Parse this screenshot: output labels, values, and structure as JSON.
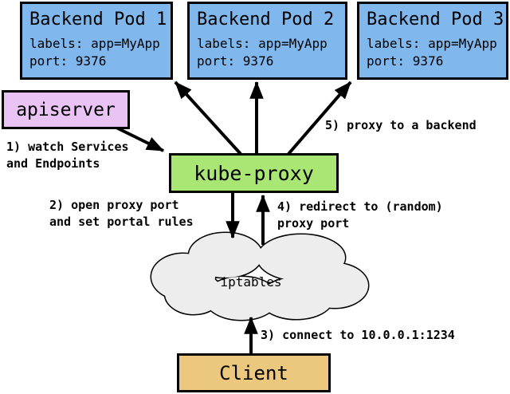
{
  "colors": {
    "background": "#FFFFFF",
    "outline": "#000000",
    "pod_fill": "#80B7EC",
    "apiserver_fill": "#E9C3F3",
    "kube_proxy_fill": "#AAE673",
    "client_fill": "#ECC87E",
    "cloud_fill": "#EDEDED"
  },
  "nodes": {
    "pods": [
      {
        "title": "Backend Pod 1",
        "labels": "labels: app=MyApp",
        "port": "port: 9376"
      },
      {
        "title": "Backend Pod 2",
        "labels": "labels: app=MyApp",
        "port": "port: 9376"
      },
      {
        "title": "Backend Pod 3",
        "labels": "labels: app=MyApp",
        "port": "port: 9376"
      }
    ],
    "apiserver": {
      "label": "apiserver"
    },
    "kube_proxy": {
      "label": "kube-proxy"
    },
    "iptables": {
      "label": "iptables"
    },
    "client": {
      "label": "Client"
    }
  },
  "annotations": {
    "step1_line1": "1) watch Services",
    "step1_line2": "and Endpoints",
    "step2_line1": "2) open proxy port",
    "step2_line2": "and set portal rules",
    "step3": "3) connect to 10.0.0.1:1234",
    "step4_line1": "4) redirect to (random)",
    "step4_line2": "proxy port",
    "step5": "5) proxy to a backend"
  }
}
